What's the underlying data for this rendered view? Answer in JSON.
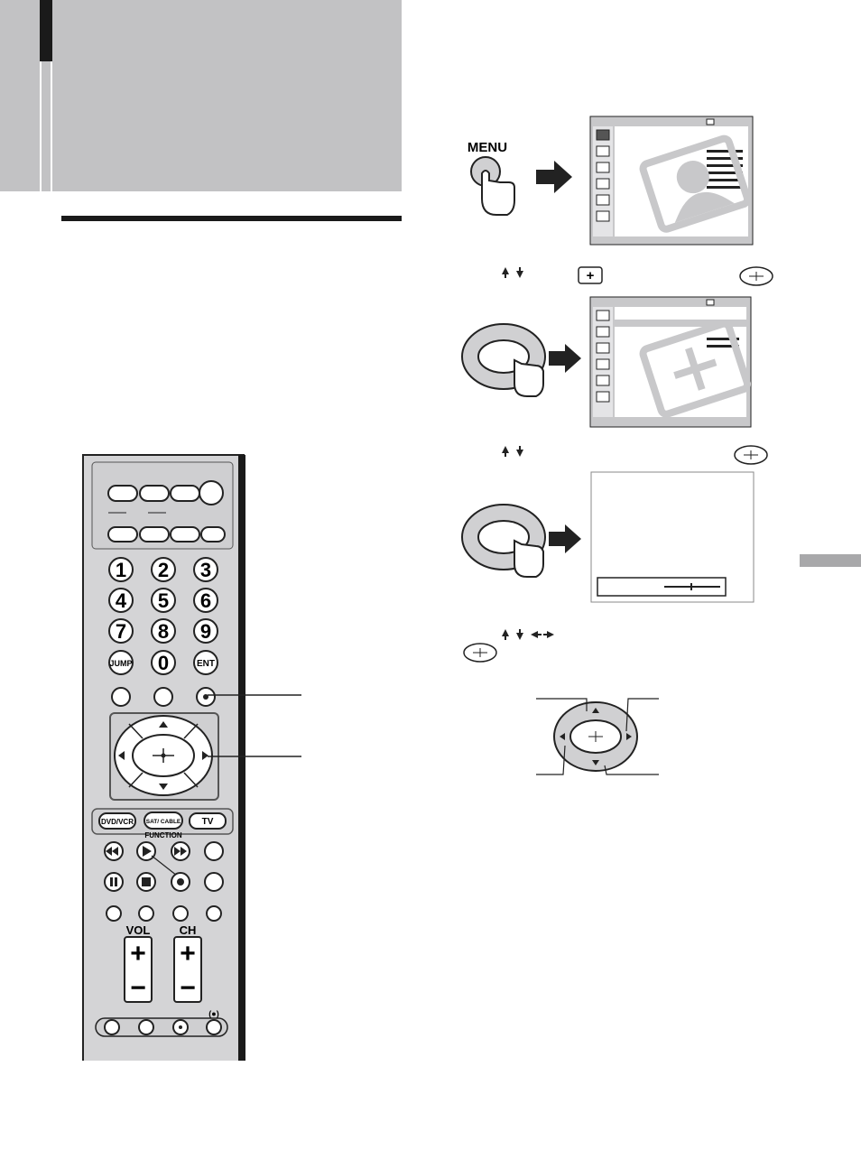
{
  "remote": {
    "numbers": [
      "1",
      "2",
      "3",
      "4",
      "5",
      "6",
      "7",
      "8",
      "9",
      "JUMP",
      "0",
      "ENT"
    ],
    "function_buttons": [
      "DVD/VCR",
      "SAT/ CABLE",
      "TV"
    ],
    "function_label": "FUNCTION",
    "vol_label": "VOL",
    "ch_label": "CH",
    "plus": "+",
    "minus": "−"
  },
  "step1": {
    "menu_label": "MENU"
  },
  "colors": {
    "header_gray": "#c2c2c4",
    "dark": "#1a1a1a",
    "light_gray": "#d0d0d2"
  }
}
